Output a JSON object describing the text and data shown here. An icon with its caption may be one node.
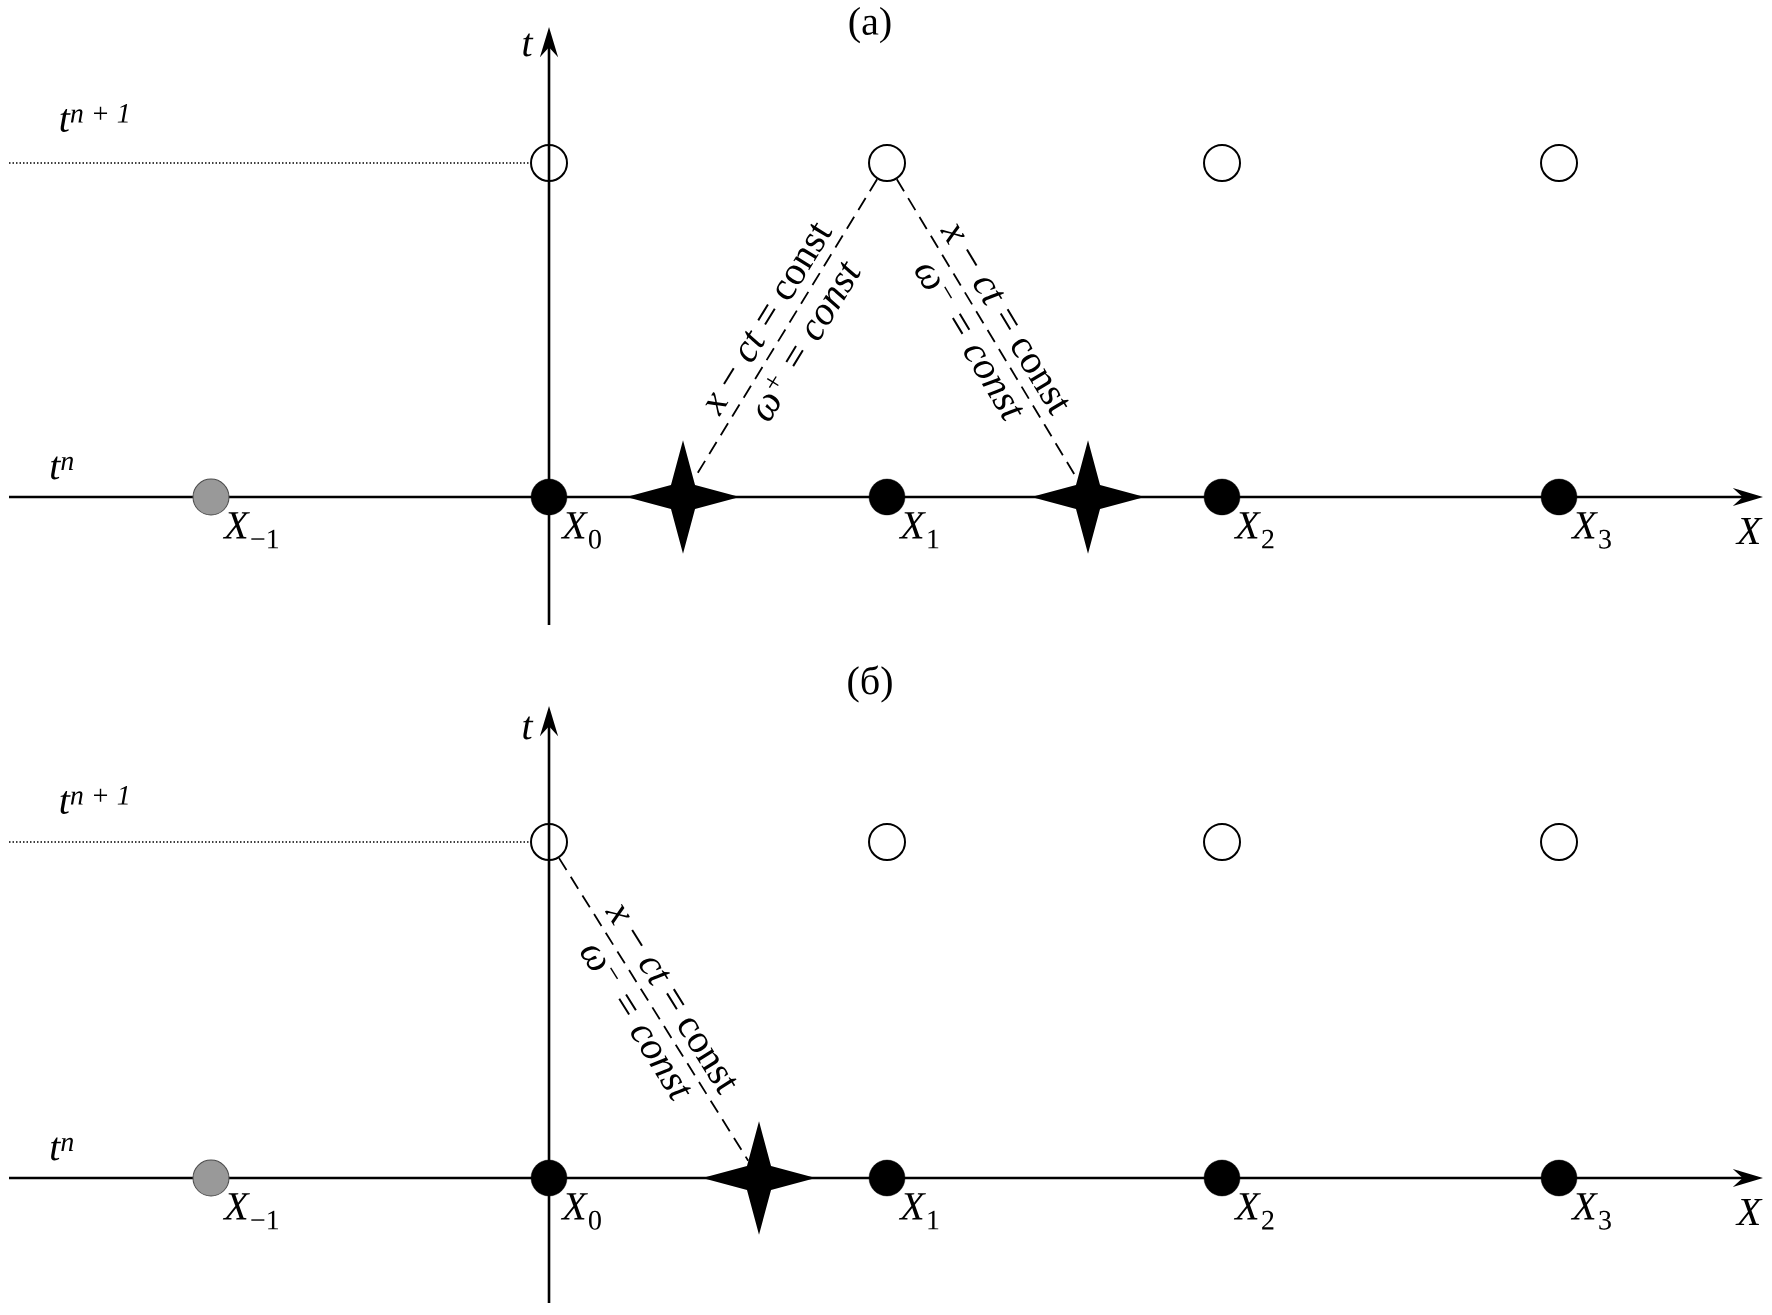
{
  "diagram": {
    "nodes": [
      {
        "text": [],
        "shape": "circle"
      },
      {
        "text": [],
        "shape": "circle"
      },
      {
        "text": [],
        "shape": "circle"
      },
      {
        "text": [],
        "shape": "circle"
      },
      {
        "text": [],
        "shape": "circle",
        "beside": [
          "*X*$_{−1}$"
        ]
      },
      {
        "text": [],
        "shape": "circle",
        "beside": [
          "*X*$_{0}$"
        ]
      },
      {
        "text": [],
        "shape": "star"
      },
      {
        "text": [],
        "shape": "circle",
        "beside": [
          "*X*$_{1}$"
        ]
      },
      {
        "text": [],
        "shape": "star"
      },
      {
        "text": [],
        "shape": "circle",
        "beside": [
          "*X*$_{2}$"
        ]
      },
      {
        "text": [],
        "shape": "circle",
        "beside": [
          "*X*$_{3}$"
        ]
      },
      {
        "text": [],
        "shape": "circle"
      },
      {
        "text": [],
        "shape": "circle"
      },
      {
        "text": [],
        "shape": "circle"
      },
      {
        "text": [],
        "shape": "circle"
      },
      {
        "text": [],
        "shape": "circle",
        "beside": [
          "*X*$_{−1}$"
        ]
      },
      {
        "text": [],
        "shape": "circle",
        "beside": [
          "*X*$_{0}$"
        ]
      },
      {
        "text": [],
        "shape": "star"
      },
      {
        "text": [],
        "shape": "circle",
        "beside": [
          "*X*$_{1}$"
        ]
      },
      {
        "text": [],
        "shape": "circle",
        "beside": [
          "*X*$_{2}$"
        ]
      },
      {
        "text": [],
        "shape": "circle",
        "beside": [
          "*X*$_{3}$"
        ]
      }
    ],
    "edges": [
      {
        "from": 1,
        "to": 6,
        "arrow": "none",
        "style": "dashed",
        "label": "*x* − *ct* = const"
      },
      {
        "from": 1,
        "to": 8,
        "arrow": "none",
        "style": "dashed",
        "label": "*x* − *ct* = const"
      },
      {
        "from": 11,
        "to": 17,
        "arrow": "none",
        "style": "dashed",
        "label": "*x* − *ct* = const"
      }
    ],
    "labels": [
      "(а)",
      "t",
      "t$^{n + 1}$",
      "ω$^{+}$ = const",
      "ω$^{−}$ = const",
      "t$^{n}$",
      "X",
      "(б)",
      "t",
      "t$^{n + 1}$",
      "ω$^{−}$ = const",
      "t$^{n}$",
      "X"
    ]
  }
}
